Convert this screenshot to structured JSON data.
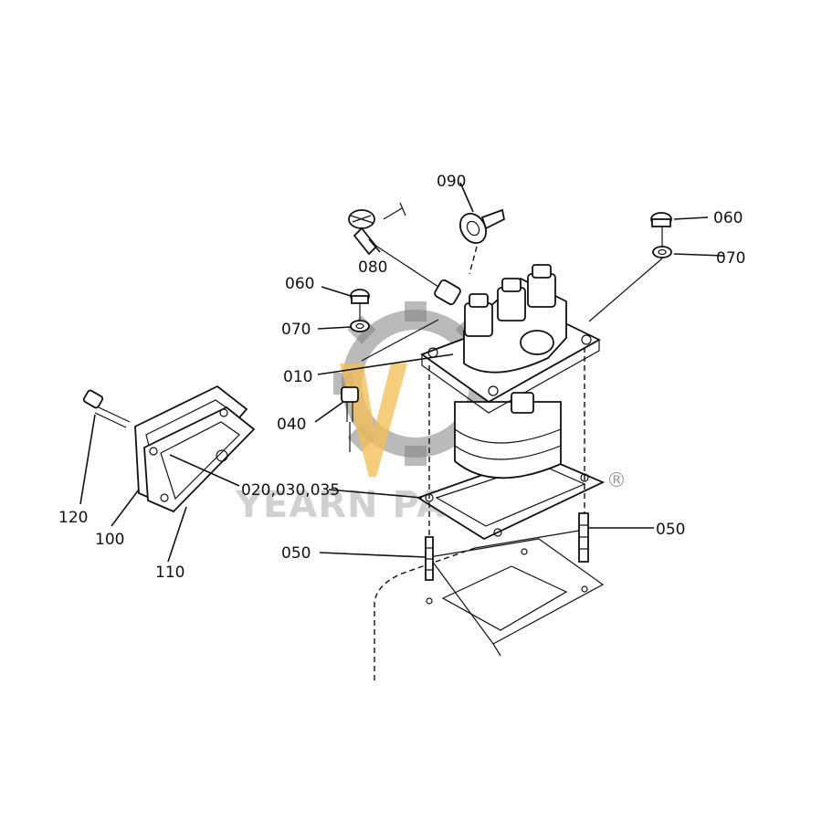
{
  "diagram": {
    "type": "exploded-parts-diagram",
    "callouts": [
      {
        "key": "c090",
        "text": "090"
      },
      {
        "key": "c080",
        "text": "080"
      },
      {
        "key": "c060a",
        "text": "060"
      },
      {
        "key": "c070a",
        "text": "070"
      },
      {
        "key": "c060b",
        "text": "060"
      },
      {
        "key": "c070b",
        "text": "070"
      },
      {
        "key": "c010",
        "text": "010"
      },
      {
        "key": "c040",
        "text": "040"
      },
      {
        "key": "c020",
        "text": "020,030,035"
      },
      {
        "key": "c120",
        "text": "120"
      },
      {
        "key": "c100",
        "text": "100"
      },
      {
        "key": "c110",
        "text": "110"
      },
      {
        "key": "c050a",
        "text": "050"
      },
      {
        "key": "c050b",
        "text": "050"
      }
    ]
  },
  "watermark": {
    "brand": "YEARN PARTS",
    "registered_mark": "®",
    "gear_color": "#555555",
    "accent_color": "#f0b43c",
    "text_color": "#c9c9c9"
  }
}
